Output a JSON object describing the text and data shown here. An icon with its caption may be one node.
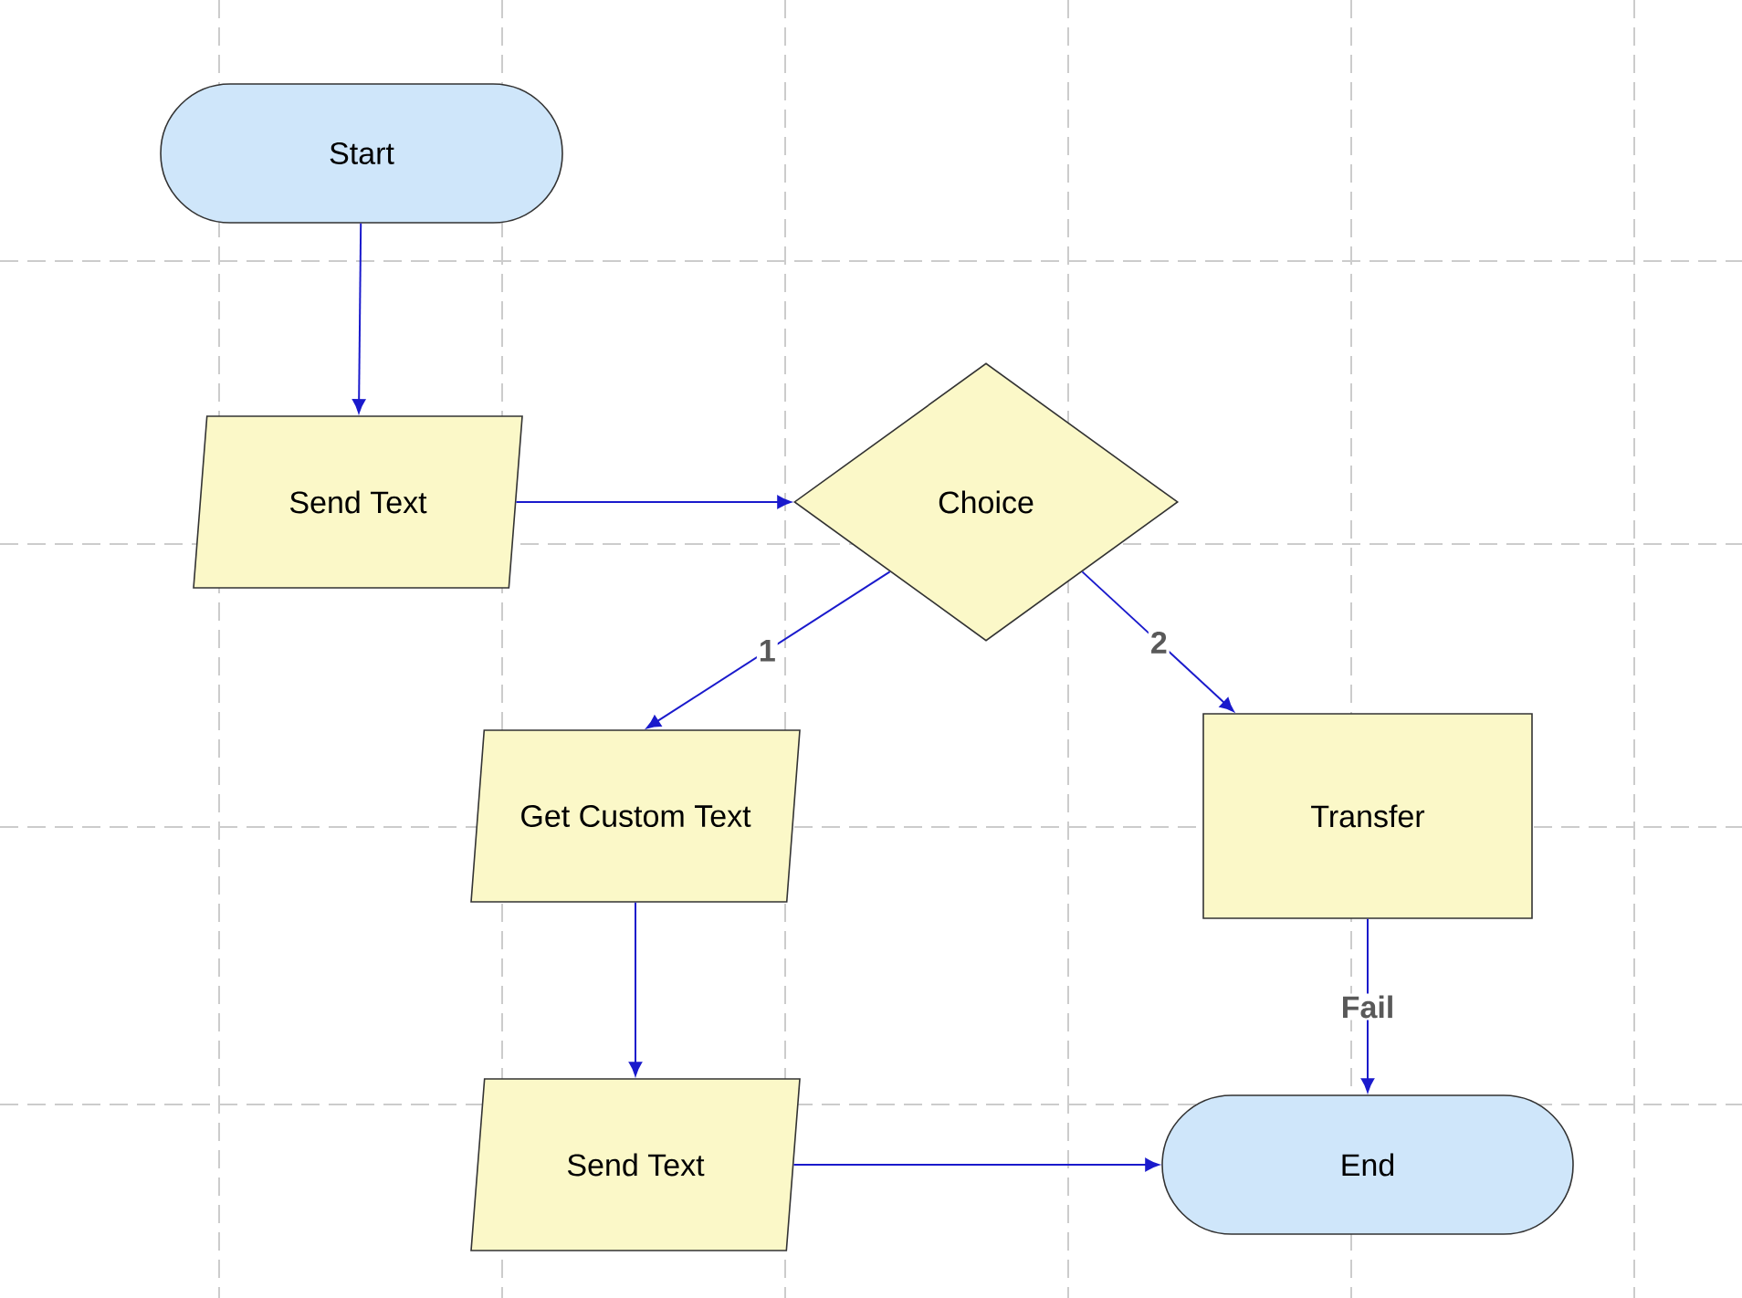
{
  "diagram": {
    "nodes": [
      {
        "text": [
          "Start"
        ]
      },
      {
        "text": [
          "Send Text"
        ]
      },
      {
        "text": [
          "Choice"
        ]
      },
      {
        "text": [
          "Get Custom Text"
        ]
      },
      {
        "text": [
          "Transfer"
        ]
      },
      {
        "text": [
          "Send Text"
        ]
      },
      {
        "text": [
          "End"
        ]
      }
    ],
    "edges": [
      {
        "from": 0,
        "to": 1,
        "arrow": "to"
      },
      {
        "from": 1,
        "to": 2,
        "arrow": "to"
      },
      {
        "from": 2,
        "to": 3,
        "arrow": "to",
        "label": "1"
      },
      {
        "from": 2,
        "to": 4,
        "arrow": "to",
        "label": "2"
      },
      {
        "from": 3,
        "to": 5,
        "arrow": "to"
      },
      {
        "from": 5,
        "to": 6,
        "arrow": "to"
      },
      {
        "from": 4,
        "to": 6,
        "arrow": "to",
        "label": "Fail"
      }
    ]
  }
}
